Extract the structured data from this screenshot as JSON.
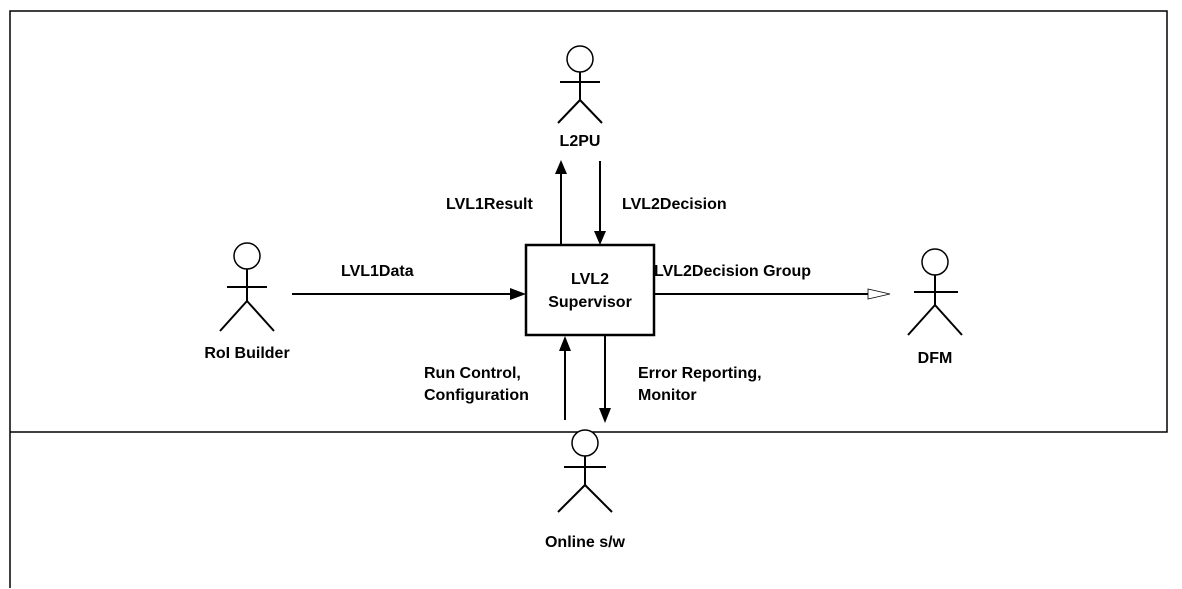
{
  "center": {
    "line1": "LVL2",
    "line2": "Supervisor"
  },
  "actors": {
    "l2pu": "L2PU",
    "roi_builder": "RoI Builder",
    "dfm": "DFM",
    "online_sw": "Online s/w"
  },
  "flows": {
    "lvl1_result": "LVL1Result",
    "lvl2_decision": "LVL2Decision",
    "lvl1_data": "LVL1Data",
    "lvl2_decision_group": "LVL2Decision Group",
    "run_control": [
      "Run Control,",
      "Configuration"
    ],
    "error_reporting": [
      "Error Reporting,",
      "Monitor"
    ]
  }
}
